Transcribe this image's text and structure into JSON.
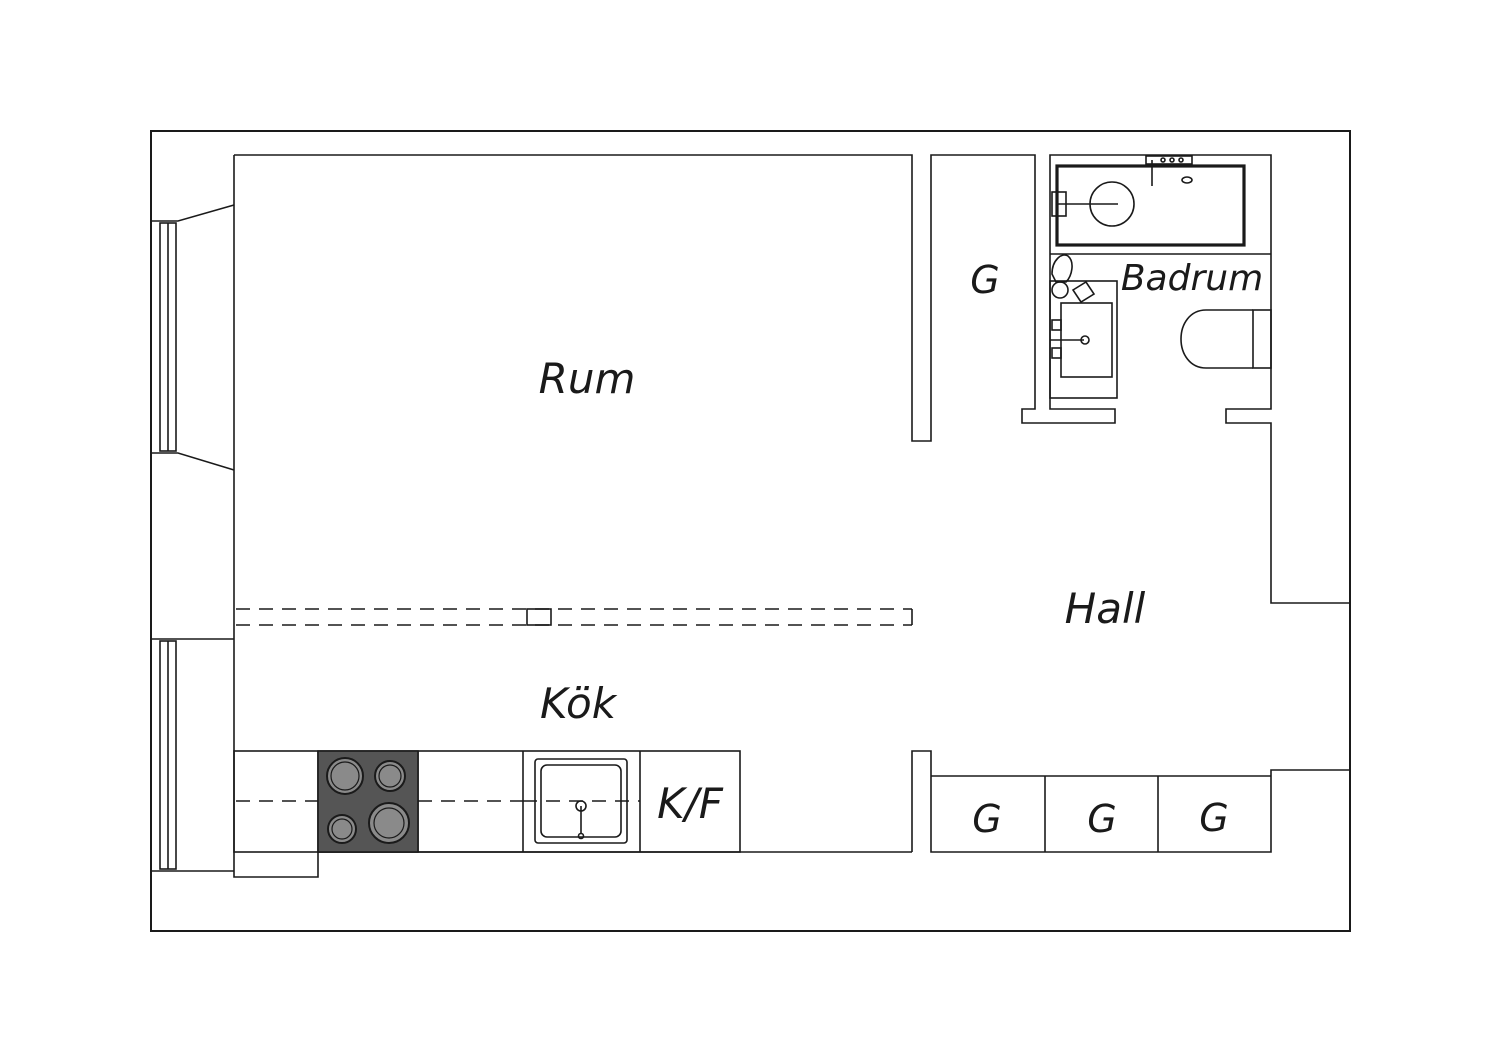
{
  "colors": {
    "line": "#1a1a1a",
    "background": "#ffffff",
    "stove": "#555555",
    "burner": "#8a8a8a"
  },
  "labels": {
    "rum": "Rum",
    "kok": "Kök",
    "hall": "Hall",
    "badrum": "Badrum",
    "kf": "K/F",
    "g_top": "G",
    "g1": "G",
    "g2": "G",
    "g3": "G"
  }
}
